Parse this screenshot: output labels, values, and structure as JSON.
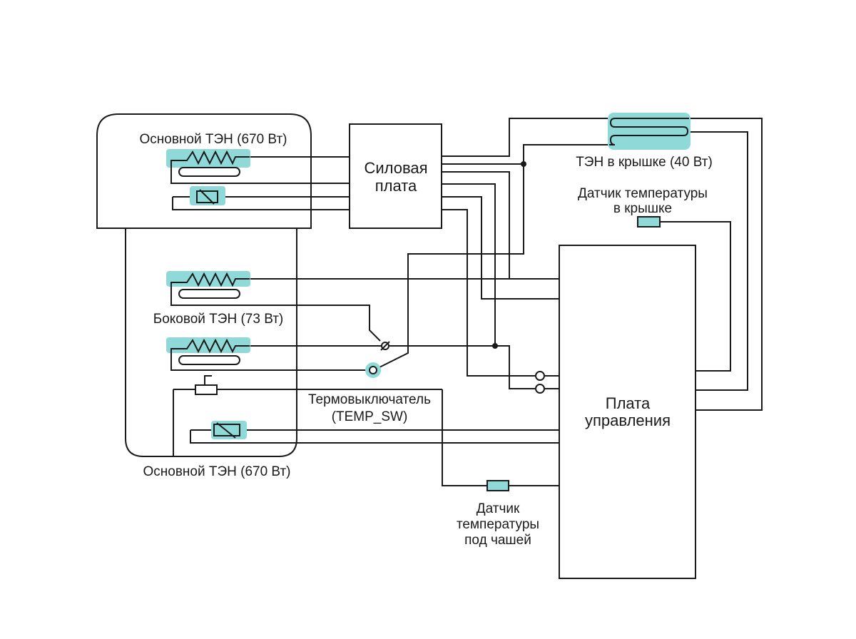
{
  "labels": {
    "main_heater_top": "Основной ТЭН (670 Вт)",
    "main_heater_bottom": "Основной ТЭН (670 Вт)",
    "side_heater": "Боковой ТЭН (73 Вт)",
    "lid_heater": "ТЭН в крышке (40 Вт)",
    "lid_sensor": [
      "Датчик температуры",
      "в крышке"
    ],
    "thermo_switch": [
      "Термовыключатель",
      "(TEMP_SW)"
    ],
    "bowl_sensor": [
      "Датчик",
      "температуры",
      "под чашей"
    ],
    "power_board": [
      "Силовая",
      "плата"
    ],
    "control_board": [
      "Плата",
      "управления"
    ]
  },
  "colors": {
    "highlight": "#8fdad9",
    "line": "#1a1a1a"
  }
}
